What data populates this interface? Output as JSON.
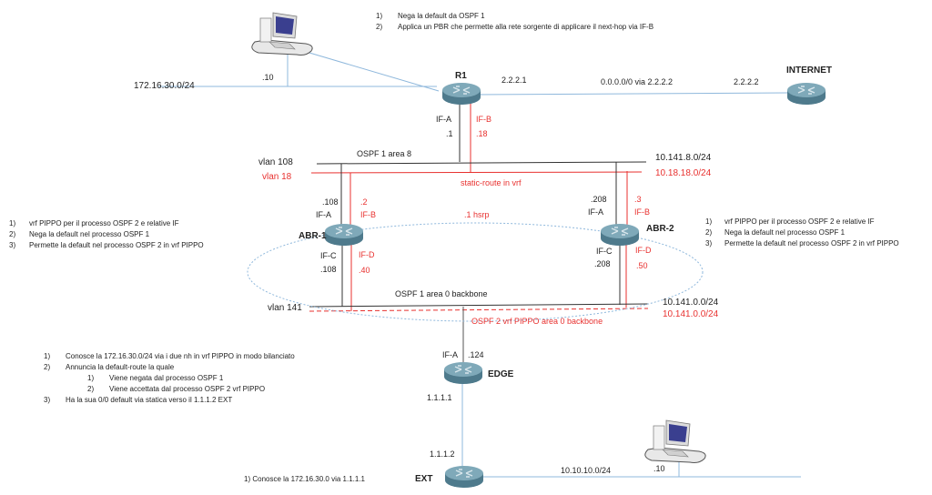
{
  "colors": {
    "link_blue": "#8fb8dc",
    "lan_black": "#333333",
    "vrf_red": "#e8312f",
    "router_body": "#5f8d9f",
    "router_top": "#7fa9b9",
    "hsrp_dotted": "#8fb8dc"
  },
  "notes": {
    "r1": [
      "1)",
      "Nega la default da OSPF 1",
      "2)",
      "Applica un PBR che permette alla rete sorgente di applicare il next-hop via IF-B"
    ],
    "abr1": [
      {
        "n": "1)",
        "text": "vrf PIPPO per il processo OSPF 2 e relative IF"
      },
      {
        "n": "2)",
        "text": "Nega la default nel processo OSPF 1"
      },
      {
        "n": "3)",
        "text": "Permette la default nel processo OSPF 2 in vrf PIPPO"
      }
    ],
    "abr2": [
      {
        "n": "1)",
        "text": "vrf PIPPO per il processo OSPF 2 e relative IF"
      },
      {
        "n": "2)",
        "text": "Nega la default nel processo OSPF 1"
      },
      {
        "n": "3)",
        "text": "Permette la default nel processo OSPF 2 in vrf PIPPO"
      }
    ],
    "edge": [
      {
        "n": "1)",
        "text": "Conosce la 172.16.30.0/24 via i due nh in vrf PIPPO in modo bilanciato"
      },
      {
        "n": "2)",
        "text": "Annuncia la default-route la quale"
      },
      {
        "n": "1)",
        "text": "Viene negata dal processo OSPF 1"
      },
      {
        "n": "2)",
        "text": "Viene accettata dal processo OSPF 2 vrf PIPPO"
      },
      {
        "n": "3)",
        "text": "Ha la sua 0/0 default via statica verso il 1.1.1.2 EXT"
      }
    ],
    "ext": "1) Conosce la 172.16.30.0 via 1.1.1.1"
  },
  "nodes": {
    "r1": "R1",
    "internet": "INTERNET",
    "abr1": "ABR-1",
    "abr2": "ABR-2",
    "edge": "EDGE",
    "ext": "EXT"
  },
  "labels": {
    "pc_top_ip": ".10",
    "lan_172": "172.16.30.0/24",
    "r1_wan_ip": "2.2.2.1",
    "default_route": "0.0.0.0/0 via 2.2.2.2",
    "internet_ip": "2.2.2.2",
    "r1_if_a": "IF-A",
    "r1_if_a_ip": ".1",
    "r1_if_b": "IF-B",
    "r1_if_b_ip": ".18",
    "ospf_area8": "OSPF 1 area 8",
    "vlan108": "vlan 108",
    "vlan18": "vlan 18",
    "net_10_141_8": "10.141.8.0/24",
    "net_10_18_18": "10.18.18.0/24",
    "static_route_vrf": "static-route in vrf",
    "abr1_if_a_ip": ".108",
    "abr1_if_a": "IF-A",
    "abr1_if_b_ip": ".2",
    "abr1_if_b": "IF-B",
    "hsrp": ".1 hsrp",
    "abr2_if_a_ip": ".208",
    "abr2_if_a": "IF-A",
    "abr2_if_b_ip": ".3",
    "abr2_if_b": "IF-B",
    "abr1_if_c": "IF-C",
    "abr1_if_c_ip": ".108",
    "abr1_if_d": "IF-D",
    "abr1_if_d_ip": ".40",
    "abr2_if_c": "IF-C",
    "abr2_if_c_ip": ".208",
    "abr2_if_d": "IF-D",
    "abr2_if_d_ip": ".50",
    "ospf_area0": "OSPF 1 area 0 backbone",
    "vlan141": "vlan 141",
    "net_10_141_0_black": "10.141.0.0/24",
    "net_10_141_0_red": "10.141.0.0/24",
    "ospf2_vrf": "OSPF 2 vrf PIPPO area 0 backbone",
    "edge_if_a": "IF-A",
    "edge_if_a_ip": ".124",
    "edge_wan_ip": "1.1.1.1",
    "ext_ip": "1.1.1.2",
    "lan_10_10_10": "10.10.10.0/24",
    "pc_bottom_ip": ".10"
  },
  "icons": {
    "router": "router-icon",
    "pc": "desktop-computer-icon"
  }
}
